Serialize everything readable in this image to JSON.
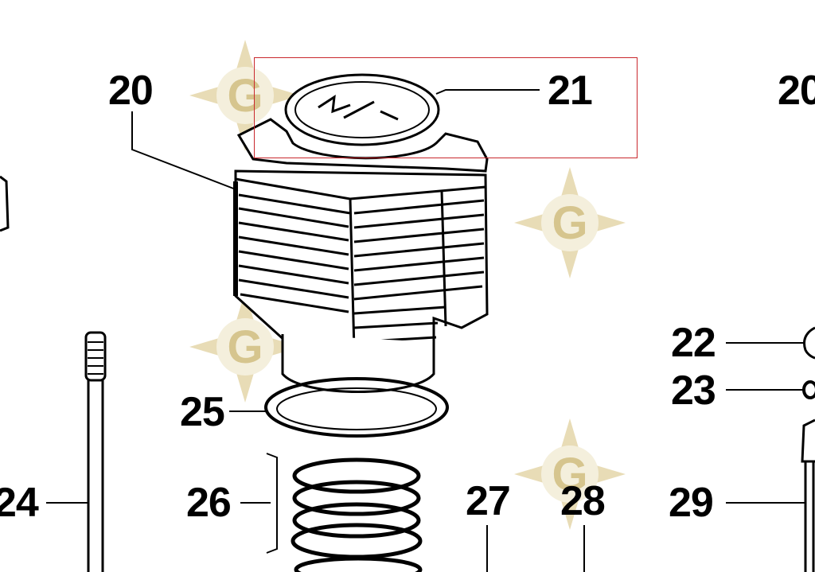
{
  "diagram": {
    "part_labels": [
      "20",
      "21",
      "20",
      "22",
      "23",
      "24",
      "25",
      "26",
      "27",
      "28",
      "29"
    ],
    "highlighted_part": "21",
    "highlight_color": "#c9282d",
    "watermark": {
      "icon": "g-diamond-logo-icon",
      "letter": "G",
      "color": "#e8dcb6"
    }
  }
}
